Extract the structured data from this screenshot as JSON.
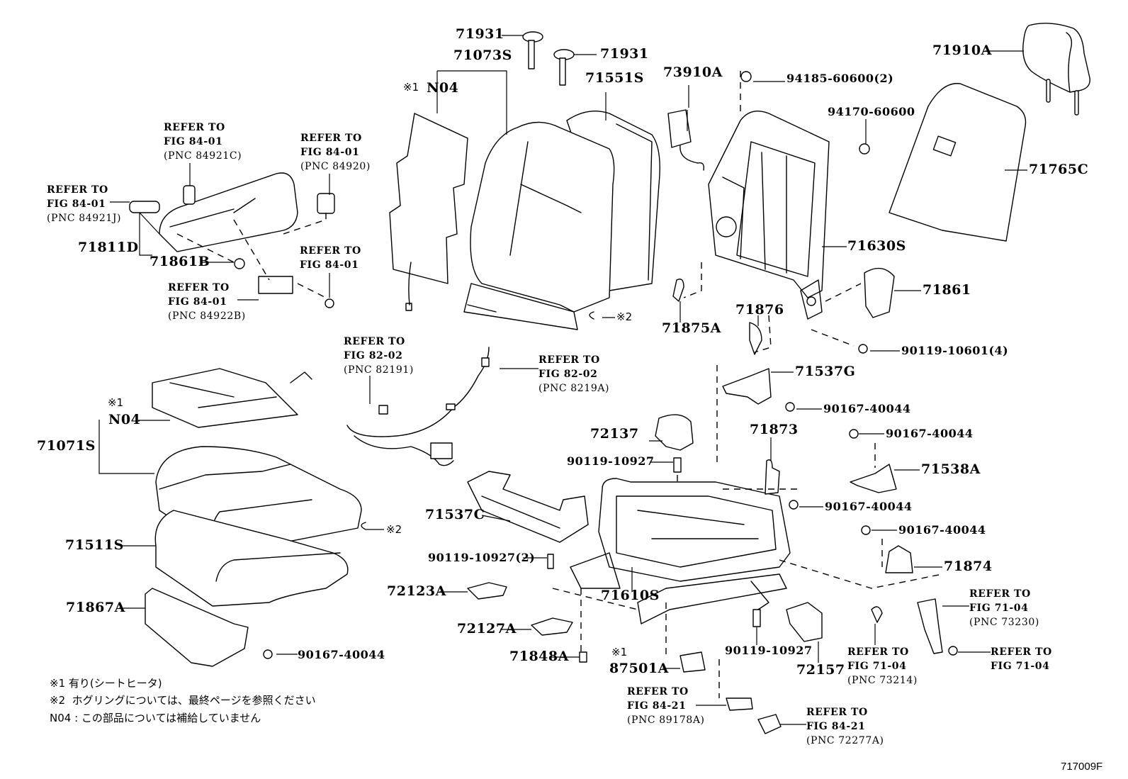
{
  "figure_id": "717009F",
  "part_labels": [
    {
      "id": "p71931a",
      "text": "71931"
    },
    {
      "id": "p71931b",
      "text": "71931"
    },
    {
      "id": "p71073s",
      "text": "71073S"
    },
    {
      "id": "p71551s",
      "text": "71551S"
    },
    {
      "id": "p73910a",
      "text": "73910A"
    },
    {
      "id": "p94185",
      "text": "94185-60600(2)"
    },
    {
      "id": "p94170",
      "text": "94170-60600"
    },
    {
      "id": "p71910a",
      "text": "71910A"
    },
    {
      "id": "p71765c",
      "text": "71765C"
    },
    {
      "id": "p71630s",
      "text": "71630S"
    },
    {
      "id": "p71861",
      "text": "71861"
    },
    {
      "id": "p71876",
      "text": "71876"
    },
    {
      "id": "p71875a",
      "text": "71875A"
    },
    {
      "id": "p90119_10601",
      "text": "90119-10601(4)"
    },
    {
      "id": "p71537g",
      "text": "71537G"
    },
    {
      "id": "p90167_a",
      "text": "90167-40044"
    },
    {
      "id": "p71873",
      "text": "71873"
    },
    {
      "id": "p90167_b",
      "text": "90167-40044"
    },
    {
      "id": "p71538a",
      "text": "71538A"
    },
    {
      "id": "p90167_c",
      "text": "90167-40044"
    },
    {
      "id": "p90167_d",
      "text": "90167-40044"
    },
    {
      "id": "p71874",
      "text": "71874"
    },
    {
      "id": "p72137",
      "text": "72137"
    },
    {
      "id": "p90119_10927a",
      "text": "90119-10927"
    },
    {
      "id": "p71537c",
      "text": "71537C"
    },
    {
      "id": "p90119_10927_2",
      "text": "90119-10927(2)"
    },
    {
      "id": "p72123a",
      "text": "72123A"
    },
    {
      "id": "p71610s",
      "text": "71610S"
    },
    {
      "id": "p72127a",
      "text": "72127A"
    },
    {
      "id": "p71848a",
      "text": "71848A"
    },
    {
      "id": "p87501a",
      "text": "87501A"
    },
    {
      "id": "p90119_10927b",
      "text": "90119-10927"
    },
    {
      "id": "p72157",
      "text": "72157"
    },
    {
      "id": "p71811d",
      "text": "71811D"
    },
    {
      "id": "p71861b",
      "text": "71861B"
    },
    {
      "id": "p71071s",
      "text": "71071S"
    },
    {
      "id": "p71511s",
      "text": "71511S"
    },
    {
      "id": "p71867a",
      "text": "71867A"
    },
    {
      "id": "p90167_e",
      "text": "90167-40044"
    },
    {
      "id": "pN04a",
      "text": "N04"
    },
    {
      "id": "pN04b",
      "text": "N04"
    }
  ],
  "markers": [
    {
      "id": "m1a",
      "text": "※1"
    },
    {
      "id": "m1b",
      "text": "※1"
    },
    {
      "id": "m1c",
      "text": "※1"
    },
    {
      "id": "m2a",
      "text": "※2"
    },
    {
      "id": "m2b",
      "text": "※2"
    }
  ],
  "references": [
    {
      "id": "r84921c",
      "line1": "REFER TO",
      "line2": "FIG 84-01",
      "line3": "(PNC 84921C)"
    },
    {
      "id": "r84920",
      "line1": "REFER TO",
      "line2": "FIG 84-01",
      "line3": "(PNC 84920)"
    },
    {
      "id": "r84921j",
      "line1": "REFER TO",
      "line2": "FIG 84-01",
      "line3": "(PNC 84921J)"
    },
    {
      "id": "r8401",
      "line1": "REFER TO",
      "line2": "FIG 84-01",
      "line3": ""
    },
    {
      "id": "r84922b",
      "line1": "REFER TO",
      "line2": "FIG 84-01",
      "line3": "(PNC 84922B)"
    },
    {
      "id": "r82191",
      "line1": "REFER TO",
      "line2": "FIG 82-02",
      "line3": "(PNC 82191)"
    },
    {
      "id": "r8219a",
      "line1": "REFER TO",
      "line2": "FIG 82-02",
      "line3": "(PNC 8219A)"
    },
    {
      "id": "r73230",
      "line1": "REFER TO",
      "line2": "FIG 71-04",
      "line3": "(PNC 73230)"
    },
    {
      "id": "r73214",
      "line1": "REFER TO",
      "line2": "FIG 71-04",
      "line3": "(PNC 73214)"
    },
    {
      "id": "r7104",
      "line1": "REFER TO",
      "line2": "FIG 71-04",
      "line3": ""
    },
    {
      "id": "r89178a",
      "line1": "REFER TO",
      "line2": "FIG 84-21",
      "line3": "(PNC 89178A)"
    },
    {
      "id": "r72277a",
      "line1": "REFER TO",
      "line2": "FIG 84-21",
      "line3": "(PNC 72277A)"
    }
  ],
  "notes": [
    "※1 有り(シートヒータ)",
    "※2  ホグリングについては、最終ページを参照ください",
    "N04 : この部品については補給していません"
  ]
}
